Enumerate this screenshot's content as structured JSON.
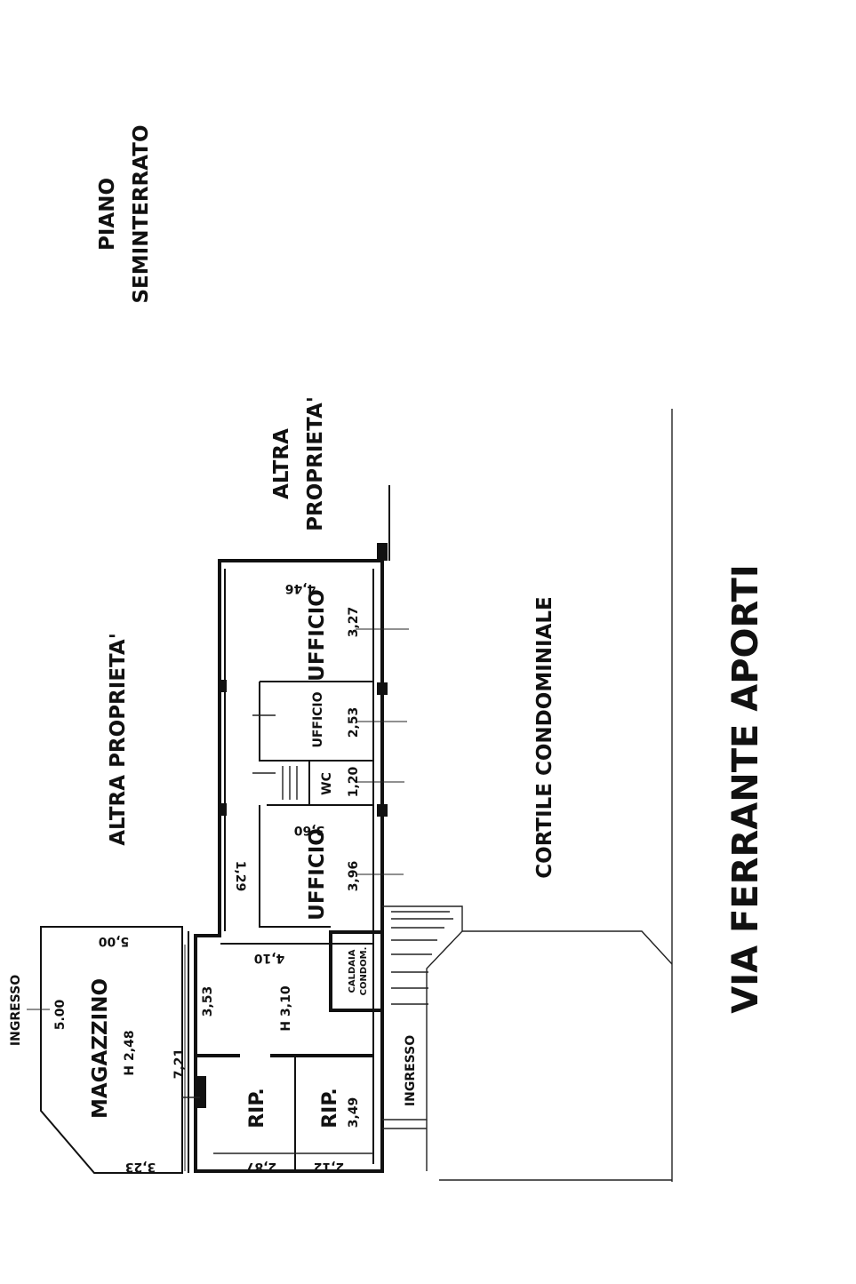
{
  "title": {
    "line1": "PIANO",
    "line2": "SEMINTERRATO"
  },
  "street": "VIA FERRANTE APORTI",
  "areas": {
    "altra_proprieta_left": "ALTRA PROPRIETA'",
    "altra_proprieta_top_1": "ALTRA",
    "altra_proprieta_top_2": "PROPRIETA'",
    "cortile": "CORTILE CONDOMINIALE"
  },
  "rooms": {
    "ufficio_1": "UFFICIO",
    "ufficio_2": "UFFICIO",
    "ufficio_3": "UFFICIO",
    "wc": "WC",
    "magazzino": "MAGAZZINO",
    "magazzino_h": "H 2,48",
    "main_h": "H 3,10",
    "rip_1": "RIP.",
    "rip_2": "RIP.",
    "caldaia_1": "CALDAIA",
    "caldaia_2": "CONDOM.",
    "ingresso_main": "INGRESSO",
    "ingresso_mag": "INGRESSO"
  },
  "dimensions": {
    "d446": "4,46",
    "d327": "3,27",
    "d253": "2,53",
    "d120": "1,20",
    "d360": "3,60",
    "d396": "3,96",
    "d129": "1,29",
    "d410": "4,10",
    "d353": "3,53",
    "d349": "3,49",
    "d287": "2,87",
    "d212": "2,12",
    "d721": "7,21",
    "d500a": "5.00",
    "d500b": "5,00",
    "d323": "3,23"
  }
}
